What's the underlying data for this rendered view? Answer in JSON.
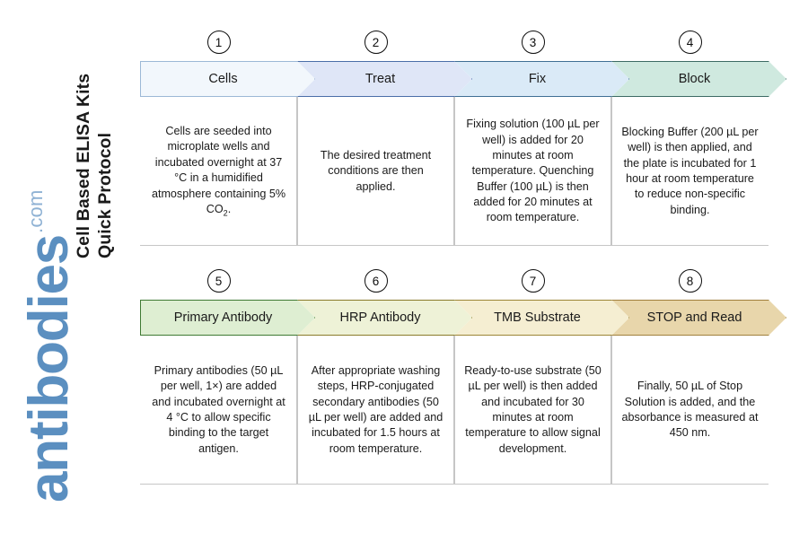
{
  "title": {
    "line1": "Cell Based ELISA Kits",
    "line2": "Quick Protocol"
  },
  "logo": {
    "word": "antibodies",
    "tld": ".com",
    "word_color": "#5b8fc0",
    "tld_color": "#8fb2d4"
  },
  "rows": [
    {
      "steps": [
        {
          "number": "1",
          "label": "Cells",
          "body": "Cells are seeded into microplate wells and incubated overnight at 37 °C in a humidified atmosphere containing 5% CO₂.",
          "fill": "#f2f7fc",
          "stroke": "#9cb8d6"
        },
        {
          "number": "2",
          "label": "Treat",
          "body": "The desired treatment conditions are then applied.",
          "fill": "#dfe6f7",
          "stroke": "#4a6ea8"
        },
        {
          "number": "3",
          "label": "Fix",
          "body": "Fixing solution (100 µL per well) is added for 20 minutes at room temperature. Quenching Buffer (100 µL) is then added for 20 minutes at room temperature.",
          "fill": "#daeaf7",
          "stroke": "#3f6f94"
        },
        {
          "number": "4",
          "label": "Block",
          "body": "Blocking Buffer (200 µL per well) is then applied, and the plate is incubated for 1 hour at room temperature to reduce non-specific binding.",
          "fill": "#cfe9df",
          "stroke": "#3d6b64"
        }
      ]
    },
    {
      "steps": [
        {
          "number": "5",
          "label": "Primary Antibody",
          "body": "Primary antibodies (50 µL per well, 1×) are added and incubated overnight at 4 °C to allow specific binding to the target antigen.",
          "fill": "#deeed2",
          "stroke": "#3f7a33"
        },
        {
          "number": "6",
          "label": "HRP Antibody",
          "body": "After appropriate washing steps, HRP-conjugated secondary antibodies (50 µL per well) are added and incubated for 1.5 hours at room temperature.",
          "fill": "#eef2d7",
          "stroke": "#8a7b2a"
        },
        {
          "number": "7",
          "label": "TMB Substrate",
          "body": "Ready-to-use substrate (50 µL per well) is then added and incubated for 30 minutes at room temperature to allow signal development.",
          "fill": "#f5eed2",
          "stroke": "#9c8535"
        },
        {
          "number": "8",
          "label": "STOP and Read",
          "body": "Finally, 50 µL of Stop Solution is added, and the absorbance is measured at 450 nm.",
          "fill": "#e8d6ab",
          "stroke": "#a07f3c"
        }
      ]
    }
  ]
}
